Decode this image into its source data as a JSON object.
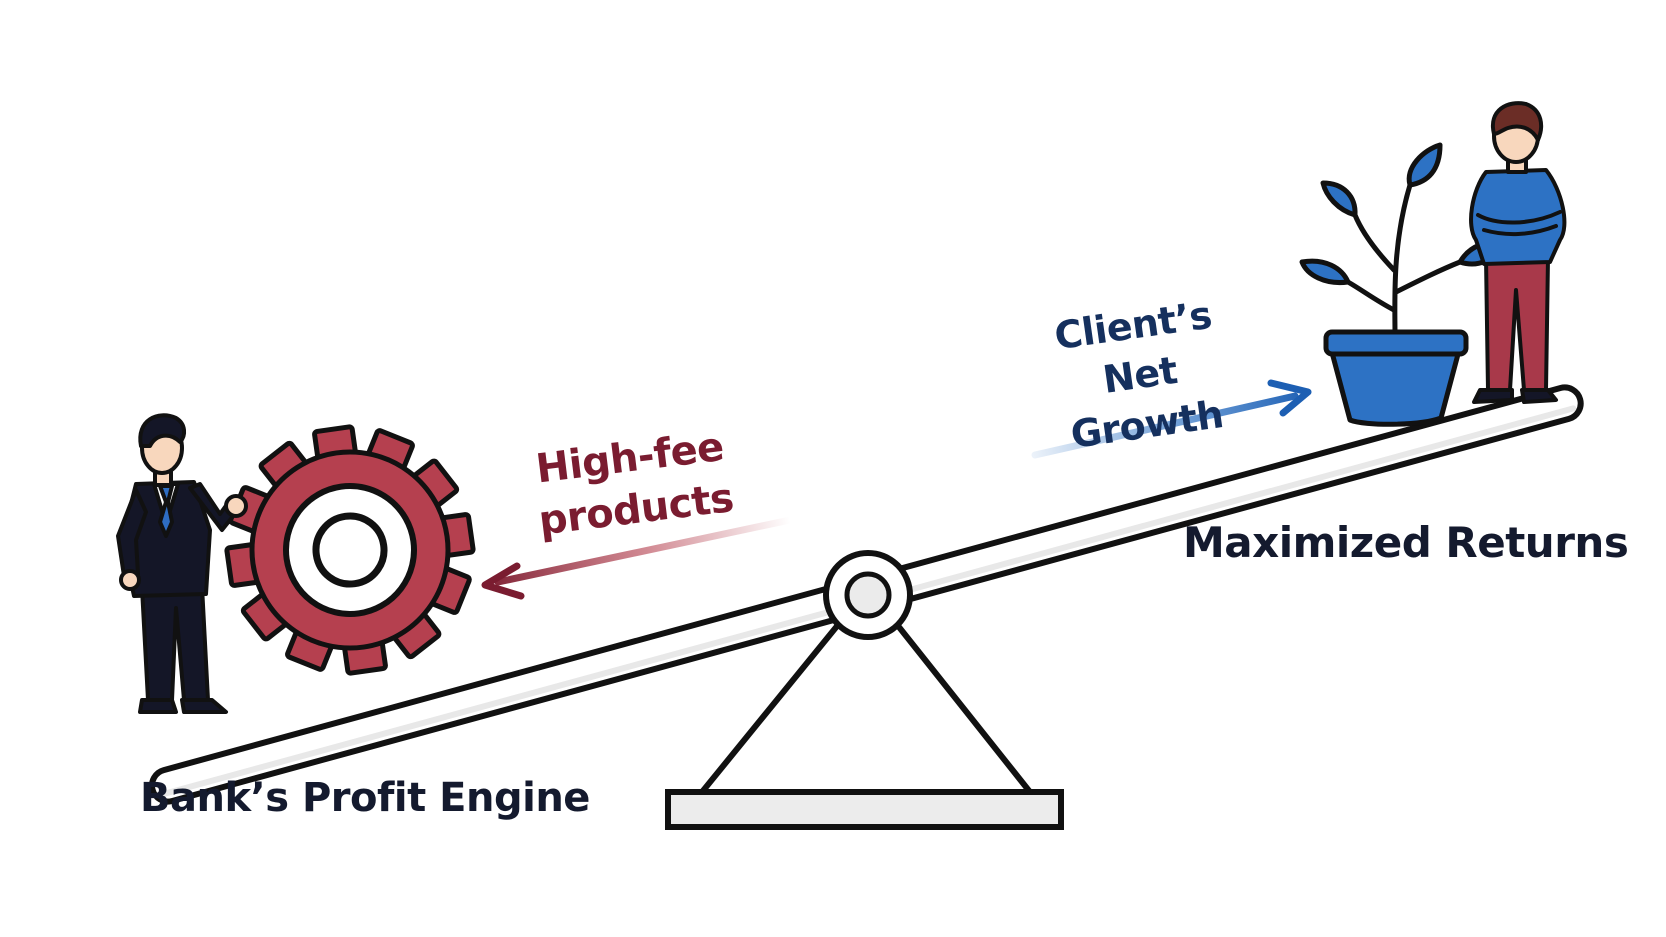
{
  "labels": {
    "bank": "Bank’s Profit Engine",
    "returns": "Maximized Returns",
    "high_fee": "High-fee products",
    "client_growth": "Client’s Net Growth"
  },
  "colors": {
    "bank_accent": "#b5404f",
    "bank_text": "#7a1c30",
    "client_accent": "#2d72c4",
    "client_text": "#15305e",
    "label_text": "#141a2e",
    "outline": "#111111",
    "suit": "#141627",
    "tie": "#2e6dc2",
    "trousers": "#a8394a",
    "hair": "#6b2d26",
    "skin": "#f8d7bd"
  },
  "icons": {
    "gear": "gear-icon",
    "plant": "plant-icon",
    "banker": "businessman-icon",
    "client": "person-icon",
    "seesaw": "seesaw-icon"
  }
}
